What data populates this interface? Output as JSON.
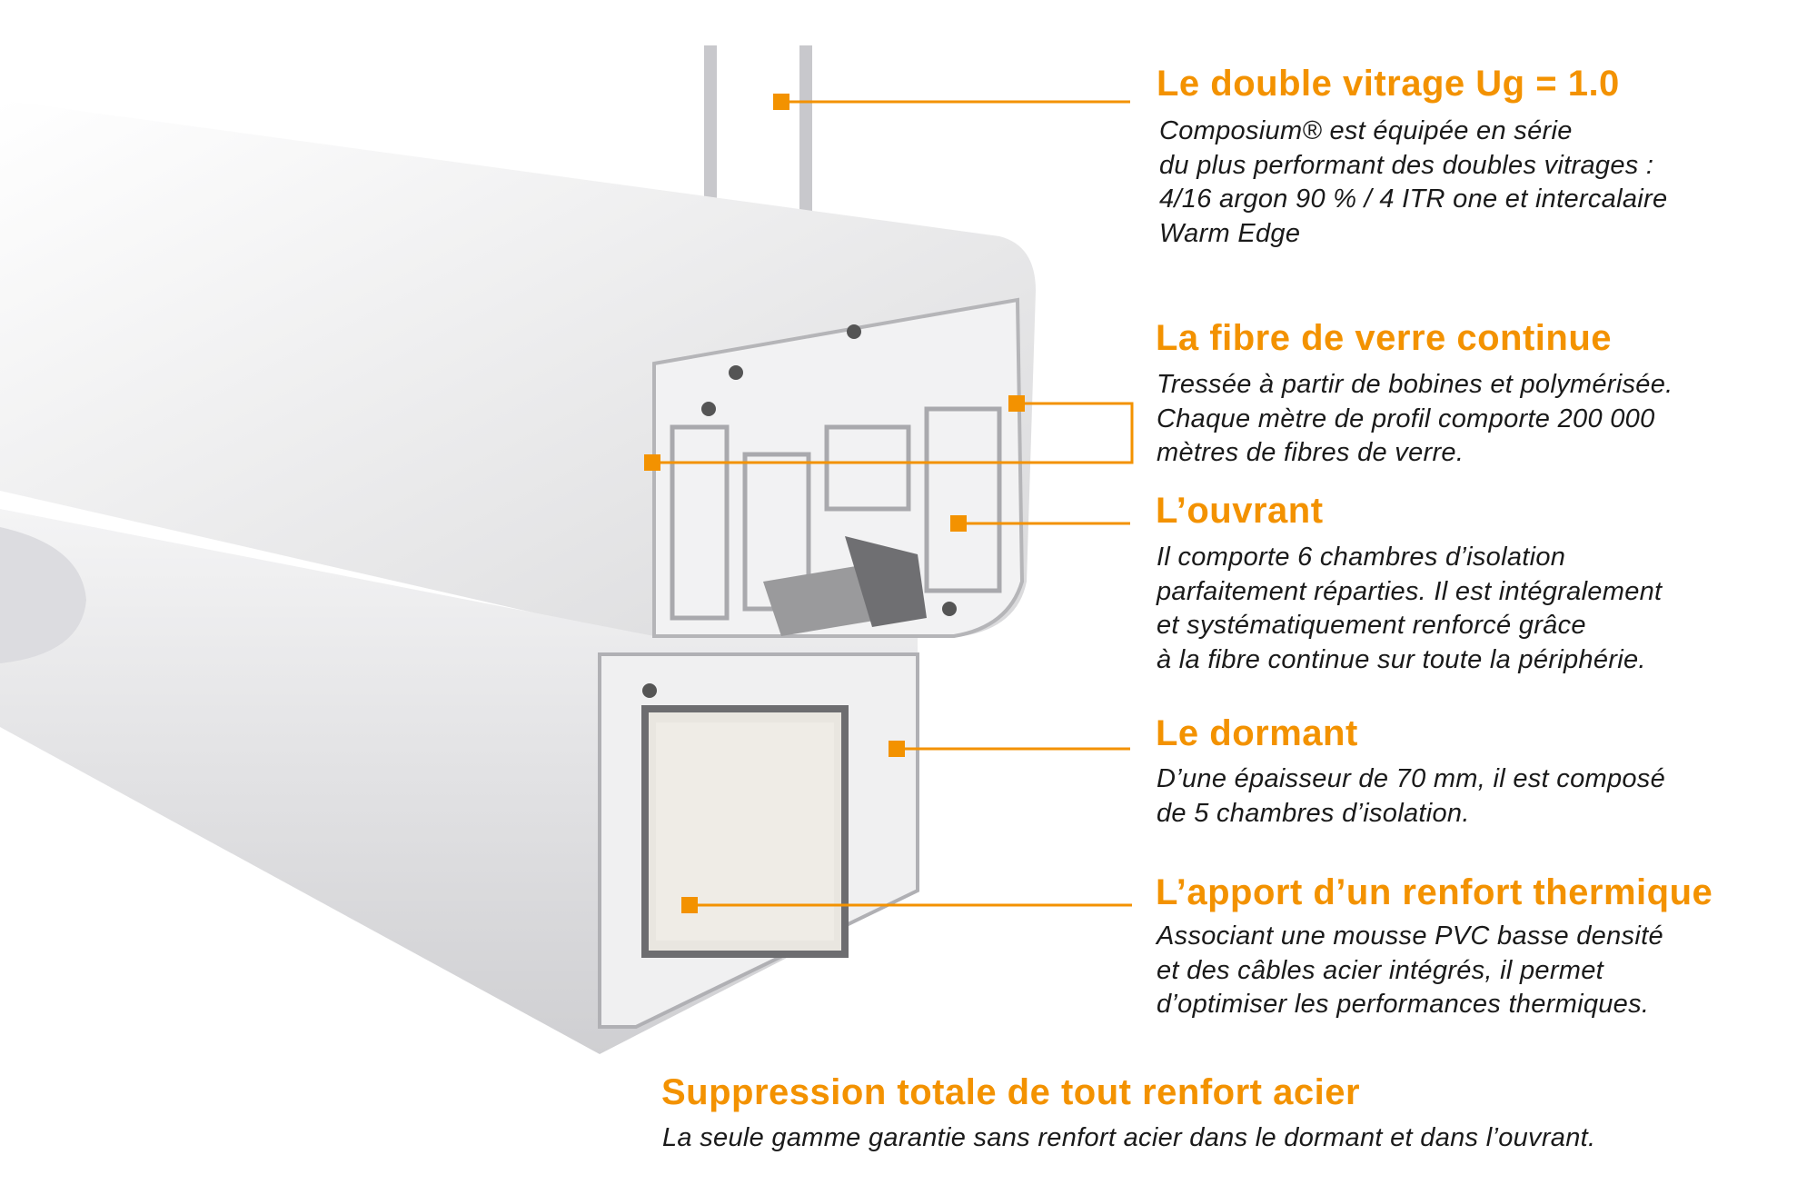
{
  "accent_color": "#f39200",
  "features": [
    {
      "title": "Le double vitrage Ug = 1.0",
      "lines": [
        "Composium® est équipée en série",
        "du plus performant des doubles vitrages :",
        "4/16 argon 90 % / 4 ITR one et intercalaire",
        "Warm Edge"
      ]
    },
    {
      "title": "La fibre de verre continue",
      "lines": [
        "Tressée à partir de bobines et polymérisée.",
        "Chaque mètre de profil comporte 200 000",
        "mètres de fibres de verre."
      ]
    },
    {
      "title": "L’ouvrant",
      "lines": [
        "Il comporte 6 chambres d’isolation",
        "parfaitement réparties. Il est intégralement",
        "et systématiquement renforcé grâce",
        "à la fibre continue sur toute la périphérie."
      ]
    },
    {
      "title": "Le dormant",
      "lines": [
        "D’une épaisseur de 70 mm, il est composé",
        "de 5 chambres d’isolation."
      ]
    },
    {
      "title": "L’apport d’un renfort thermique",
      "lines": [
        "Associant une mousse PVC basse densité",
        "et des câbles acier intégrés, il permet",
        "d’optimiser les performances thermiques."
      ]
    }
  ],
  "footer": {
    "title": "Suppression totale de tout renfort acier",
    "text": "La seule gamme garantie sans renfort acier dans le dormant et dans l’ouvrant."
  }
}
